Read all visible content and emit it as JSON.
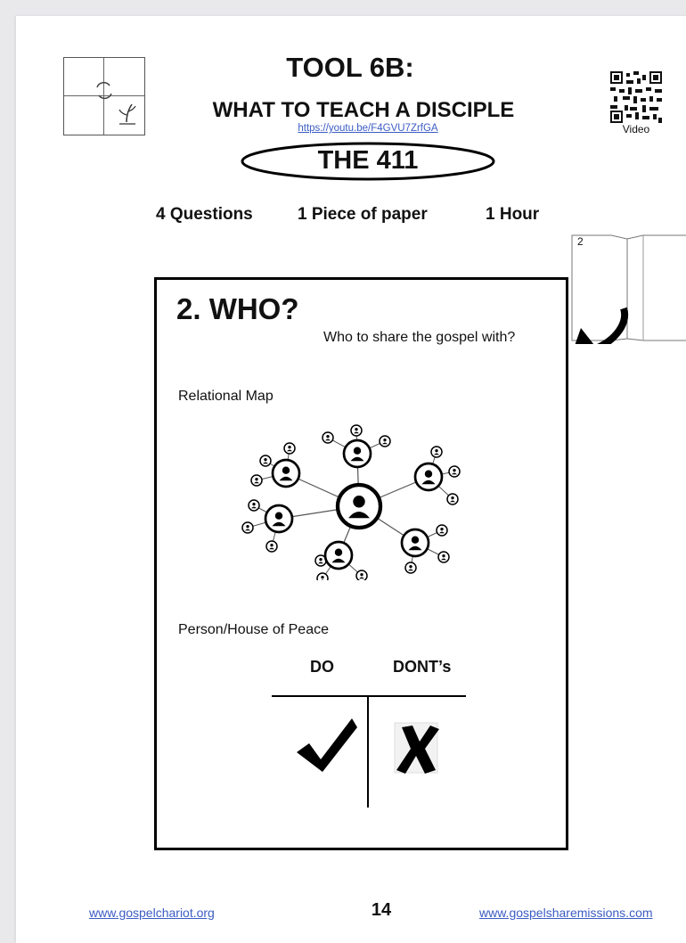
{
  "header": {
    "title": "TOOL 6B:",
    "subtitle": "WHAT TO TEACH A DISCIPLE",
    "video_url": "https://youtu.be/F4GVU7ZrfGA",
    "qr_caption": "Video",
    "badge": "THE 411"
  },
  "meta": {
    "questions": "4 Questions",
    "paper": "1 Piece of paper",
    "time": "1 Hour"
  },
  "thumbnail": {
    "number": "2"
  },
  "card": {
    "heading": "2. WHO?",
    "question": "Who to share the gospel with?",
    "relational_label": "Relational Map",
    "peace_label": "Person/House of Peace",
    "do_label": "DO",
    "dont_label": "DONT’s"
  },
  "footer": {
    "left_link": "www.gospelchariot.org",
    "page_number": "14",
    "right_link": "www.gospelsharemissions.com"
  },
  "colors": {
    "link": "#3b5cc4",
    "ink": "#111111"
  },
  "icons": [
    "logo-quadrant-icon",
    "qr-code-icon",
    "curved-arrow-icon",
    "person-icon",
    "checkmark-icon",
    "cross-icon"
  ]
}
